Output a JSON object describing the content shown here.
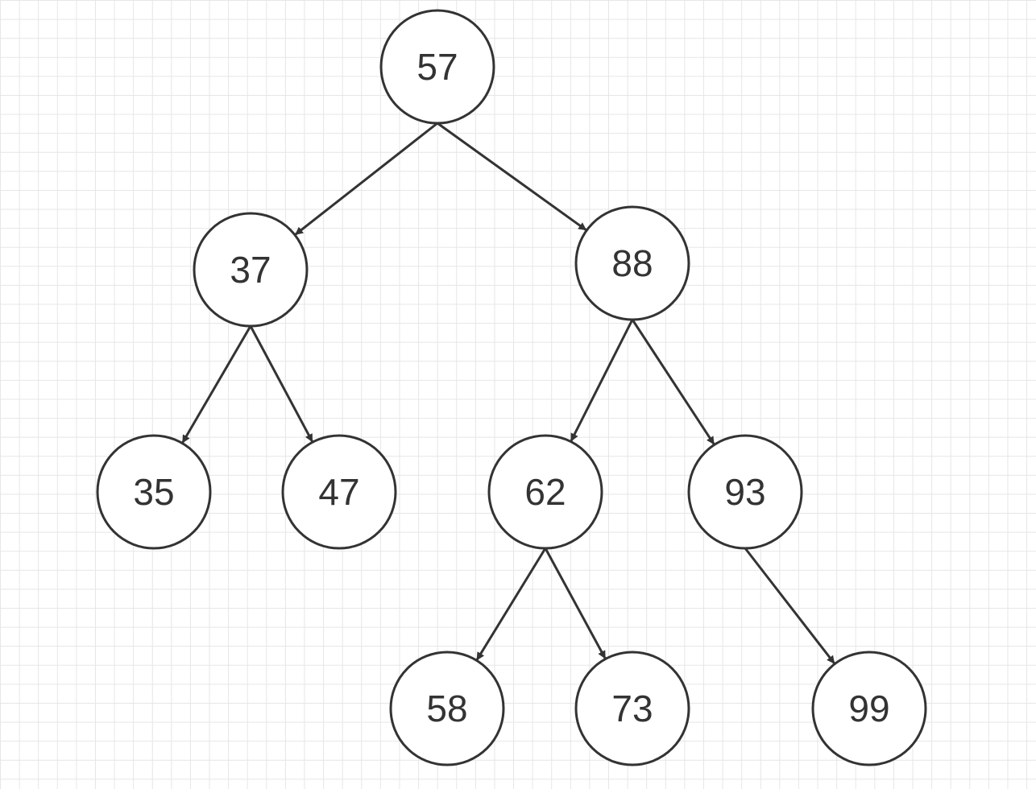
{
  "diagram": {
    "type": "binary-search-tree",
    "colors": {
      "background": "#ffffff",
      "grid": "#e6e6e6",
      "stroke": "#333333",
      "text": "#333333"
    },
    "nodes": [
      {
        "id": "n57",
        "label": "57"
      },
      {
        "id": "n37",
        "label": "37"
      },
      {
        "id": "n88",
        "label": "88"
      },
      {
        "id": "n35",
        "label": "35"
      },
      {
        "id": "n47",
        "label": "47"
      },
      {
        "id": "n62",
        "label": "62"
      },
      {
        "id": "n93",
        "label": "93"
      },
      {
        "id": "n58",
        "label": "58"
      },
      {
        "id": "n73",
        "label": "73"
      },
      {
        "id": "n99",
        "label": "99"
      }
    ],
    "edges": [
      {
        "from": "n57",
        "to": "n37"
      },
      {
        "from": "n57",
        "to": "n88"
      },
      {
        "from": "n37",
        "to": "n35"
      },
      {
        "from": "n37",
        "to": "n47"
      },
      {
        "from": "n88",
        "to": "n62"
      },
      {
        "from": "n88",
        "to": "n93"
      },
      {
        "from": "n62",
        "to": "n58"
      },
      {
        "from": "n62",
        "to": "n73"
      },
      {
        "from": "n93",
        "to": "n99"
      }
    ]
  }
}
